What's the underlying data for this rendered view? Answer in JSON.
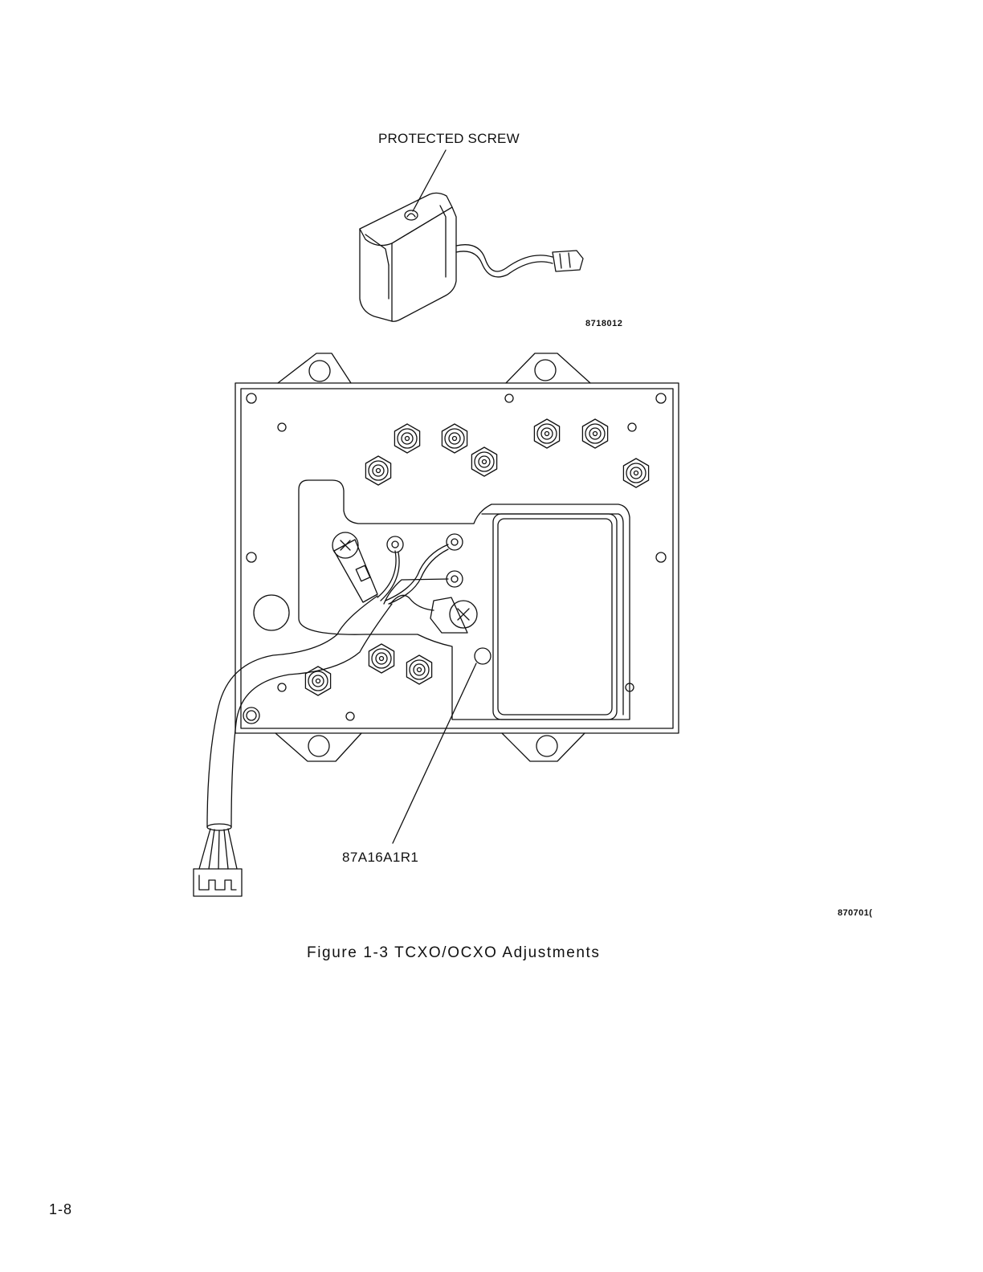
{
  "figure": {
    "callout_top": "PROTECTED SCREW",
    "drawing_code_1": "8718012",
    "callout_bottom": "87A16A1R1",
    "drawing_code_2": "870701(",
    "caption": "Figure 1-3  TCXO/OCXO Adjustments"
  },
  "page": {
    "number": "1-8"
  },
  "colors": {
    "ink": "#111111",
    "paper": "#ffffff"
  }
}
